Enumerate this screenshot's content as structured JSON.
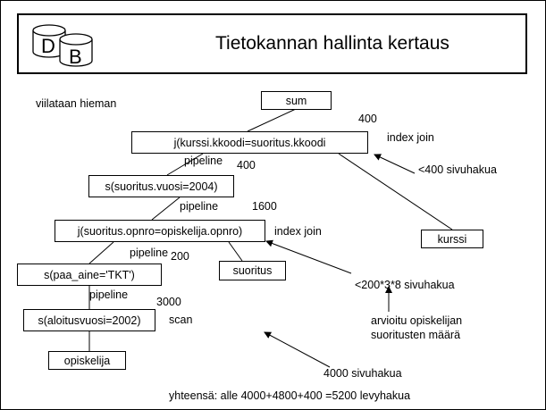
{
  "header": {
    "title": "Tietokannan hallinta kertaus",
    "logo_letters": [
      "D",
      "B"
    ]
  },
  "nodes": {
    "sum": "sum",
    "join_kurssi": "j(kurssi.kkoodi=suoritus.kkoodi",
    "select_vuosi": "s(suoritus.vuosi=2004)",
    "join_opiskelija": "j(suoritus.opnro=opiskelija.opnro)",
    "kurssi": "kurssi",
    "select_paa_aine": "s(paa_aine='TKT')",
    "suoritus": "suoritus",
    "select_aloitusvuosi": "s(aloitusvuosi=2002)",
    "opiskelija": "opiskelija"
  },
  "labels": {
    "viilataan": "viilataan hieman",
    "card_400_top": "400",
    "index_join_top": "index join",
    "pipeline_1": "pipeline",
    "card_400_mid": "400",
    "cost_400": "<400 sivuhakua",
    "pipeline_2": "pipeline",
    "card_1600": "1600",
    "index_join_mid": "index join",
    "pipeline_3": "pipeline",
    "card_200": "200",
    "cost_200": "<200*3*8 sivuhakua",
    "pipeline_4": "pipeline",
    "card_3000": "3000",
    "scan": "scan",
    "estimate_line1": "arvioitu opiskelijan",
    "estimate_line2": "suoritusten määrä",
    "cost_4000": "4000 sivuhakua",
    "total": "yhteensä: alle 4000+4800+400 =5200 levyhakua"
  }
}
